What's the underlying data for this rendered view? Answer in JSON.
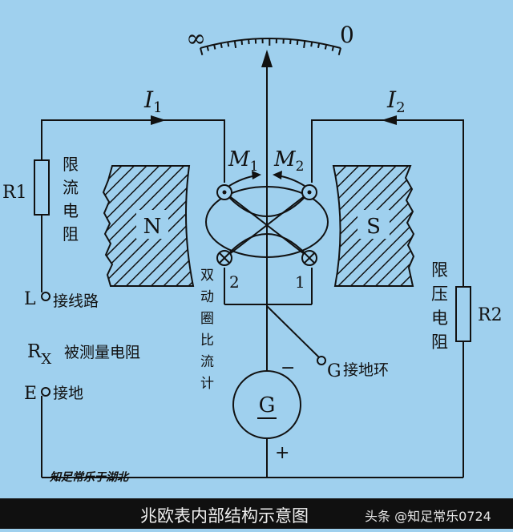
{
  "scale": {
    "left_label": "∞",
    "right_label": "0"
  },
  "currents": {
    "i1": "I",
    "i1_sub": "1",
    "i2": "I",
    "i2_sub": "2"
  },
  "moments": {
    "m1": "M",
    "m1_sub": "1",
    "m2": "M",
    "m2_sub": "2"
  },
  "resistors": {
    "r1": "R1",
    "r2": "R2"
  },
  "labels": {
    "r1_desc": [
      "限",
      "流",
      "电",
      "阻"
    ],
    "r2_desc": [
      "限",
      "压",
      "电",
      "阻"
    ],
    "coil_desc": [
      "双",
      "动",
      "圈",
      "比",
      "流",
      "计"
    ],
    "coil_2": "2",
    "coil_1": "1",
    "magnet_n": "N",
    "magnet_s": "S",
    "terminal_l": "L",
    "terminal_l_desc": "接线路",
    "rx": "R",
    "rx_sub": "X",
    "rx_desc": "被测量电阻",
    "terminal_e": "E",
    "terminal_e_desc": "接地",
    "terminal_g": "G",
    "terminal_g_desc": "接地环",
    "generator": "G",
    "minus": "−",
    "plus": "+",
    "watermark": "知足常乐于湖北"
  },
  "footer": {
    "title": "兆欧表内部结构示意图",
    "credit": "头条 @知足常乐0724"
  },
  "colors": {
    "background": "#9fd0ee",
    "ink": "#1a1a1a",
    "footer": "#101010"
  }
}
